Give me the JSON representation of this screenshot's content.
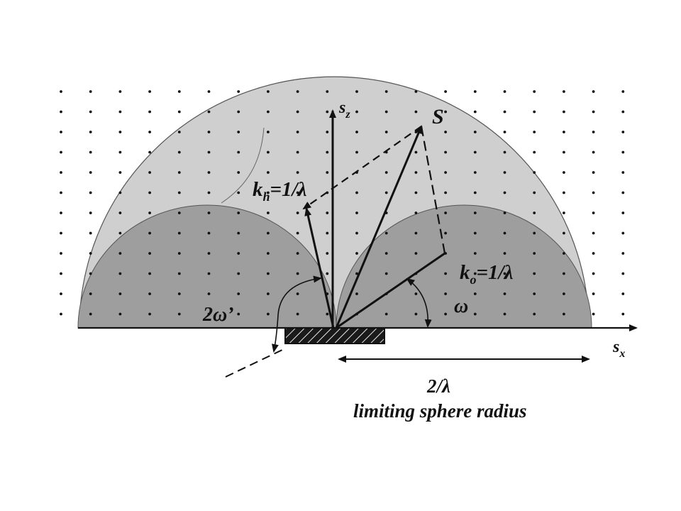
{
  "diagram": {
    "labels": {
      "sz": "s",
      "sz_sub": "z",
      "sx": "s",
      "sx_sub": "x",
      "S": "S",
      "kh": "k",
      "kh_sub": "h",
      "kh_rest": "=1/λ",
      "ko": "k",
      "ko_sub": "o",
      "ko_rest": "=1/λ",
      "omega": "ω",
      "two_omega_prime": "2ω’",
      "two_over_lambda": "2/λ",
      "caption": "limiting sphere radius"
    },
    "colors": {
      "limiting_sphere": "#cfcfcf",
      "inaccessible_region": "#9e9e9e",
      "dots": "#111111",
      "lines": "#111111",
      "sample": "#1a1a1a"
    }
  }
}
